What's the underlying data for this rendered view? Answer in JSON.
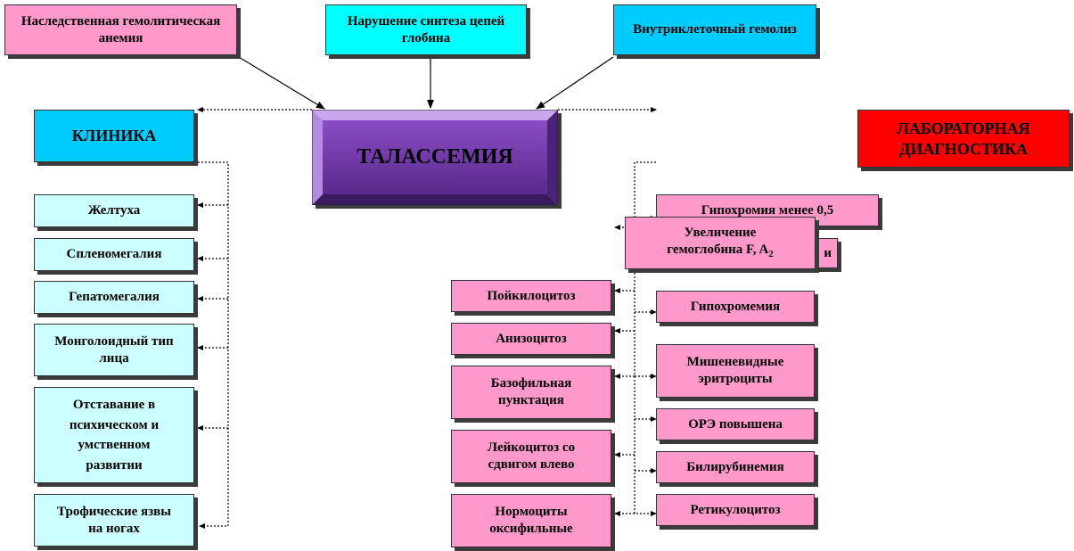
{
  "causes": {
    "hereditary": "Наследственная гемолитическая анемия",
    "globin": "Нарушение синтеза цепей глобина",
    "hemolysis": "Внутриклеточный гемолиз"
  },
  "center": "ТАЛАССЕМИЯ",
  "clinic": {
    "title": "КЛИНИКА",
    "items": [
      "Желтуха",
      "Спленомегалия",
      "Гепатомегалия",
      "Монголоидный тип лица",
      "Отставание в психическом и умственном развитии",
      "Трофические язвы на ногах"
    ]
  },
  "lab": {
    "title": "ЛАБОРАТОРНАЯ ДИАГНОСТИКА",
    "hypochromia": "Гипохромия  менее 0,5",
    "hb_increase_line1": "Увеличение",
    "hb_increase_line2": "гемоглобина F, A",
    "hb_increase_sub": "2",
    "hidden_tail": "и",
    "left_items": [
      "Пойкилоцитоз",
      "Анизоцитоз",
      "Базофильная пунктация",
      "Лейкоцитоз со сдвигом влево",
      "Нормоциты оксифильные"
    ],
    "right_items": [
      "Гипохромемия",
      "Мишеневидные эритроциты",
      "ОРЭ повышена",
      "Билирубинемия",
      "Ретикулоцитоз"
    ]
  },
  "colors": {
    "pink": "#ff99cc",
    "cyan": "#00ffff",
    "sky": "#00ccff",
    "light_cyan": "#ccffff",
    "red": "#ff0000",
    "purple": "#6a3aa8"
  }
}
